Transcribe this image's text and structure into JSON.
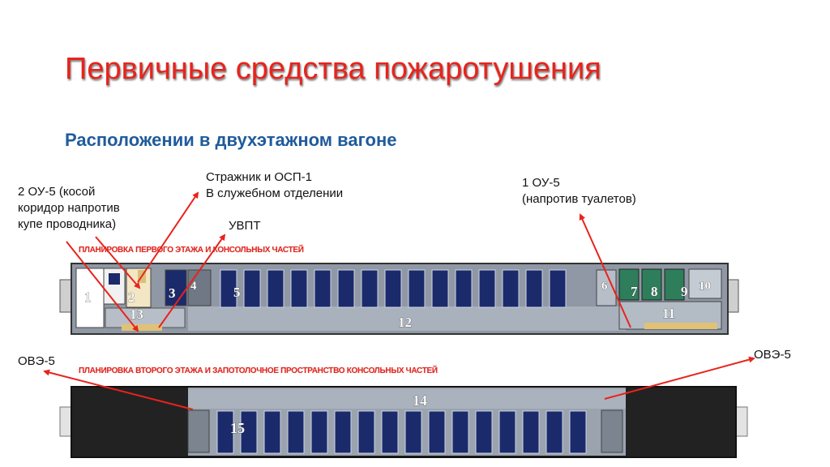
{
  "title": "Первичные средства пожаротушения",
  "subtitle": "Расположении в двухэтажном вагоне",
  "annotations": {
    "ou5_corridor": [
      "2 ОУ-5 (косой",
      "коридор напротив",
      "купе проводника)"
    ],
    "guard": [
      "Стражник и ОСП-1",
      "В служебном отделении"
    ],
    "uvpt": "УВПТ",
    "ou5_toilets": [
      "1 ОУ-5",
      "(напротив туалетов)"
    ],
    "ove_left": "ОВЭ-5",
    "ove_right": "ОВЭ-5"
  },
  "plans": {
    "first_floor_caption": "ПЛАНИРОВКА ПЕРВОГО ЭТАЖА И КОНСОЛЬНЫХ ЧАСТЕЙ",
    "second_floor_caption": "ПЛАНИРОВКА ВТОРОГО ЭТАЖА И ЗАПОТОЛОЧНОЕ ПРОСТРАНСТВО КОНСОЛЬНЫХ ЧАСТЕЙ"
  },
  "zones": [
    "1",
    "2",
    "3",
    "4",
    "5",
    "6",
    "7",
    "8",
    "9",
    "10",
    "11",
    "12",
    "13",
    "14",
    "15"
  ],
  "colors": {
    "title": "#e8231c",
    "subtitle": "#1f5b9c",
    "arrow": "#e8231c",
    "seat": "#1b2a6b",
    "toilet": "#2e7d5b"
  }
}
